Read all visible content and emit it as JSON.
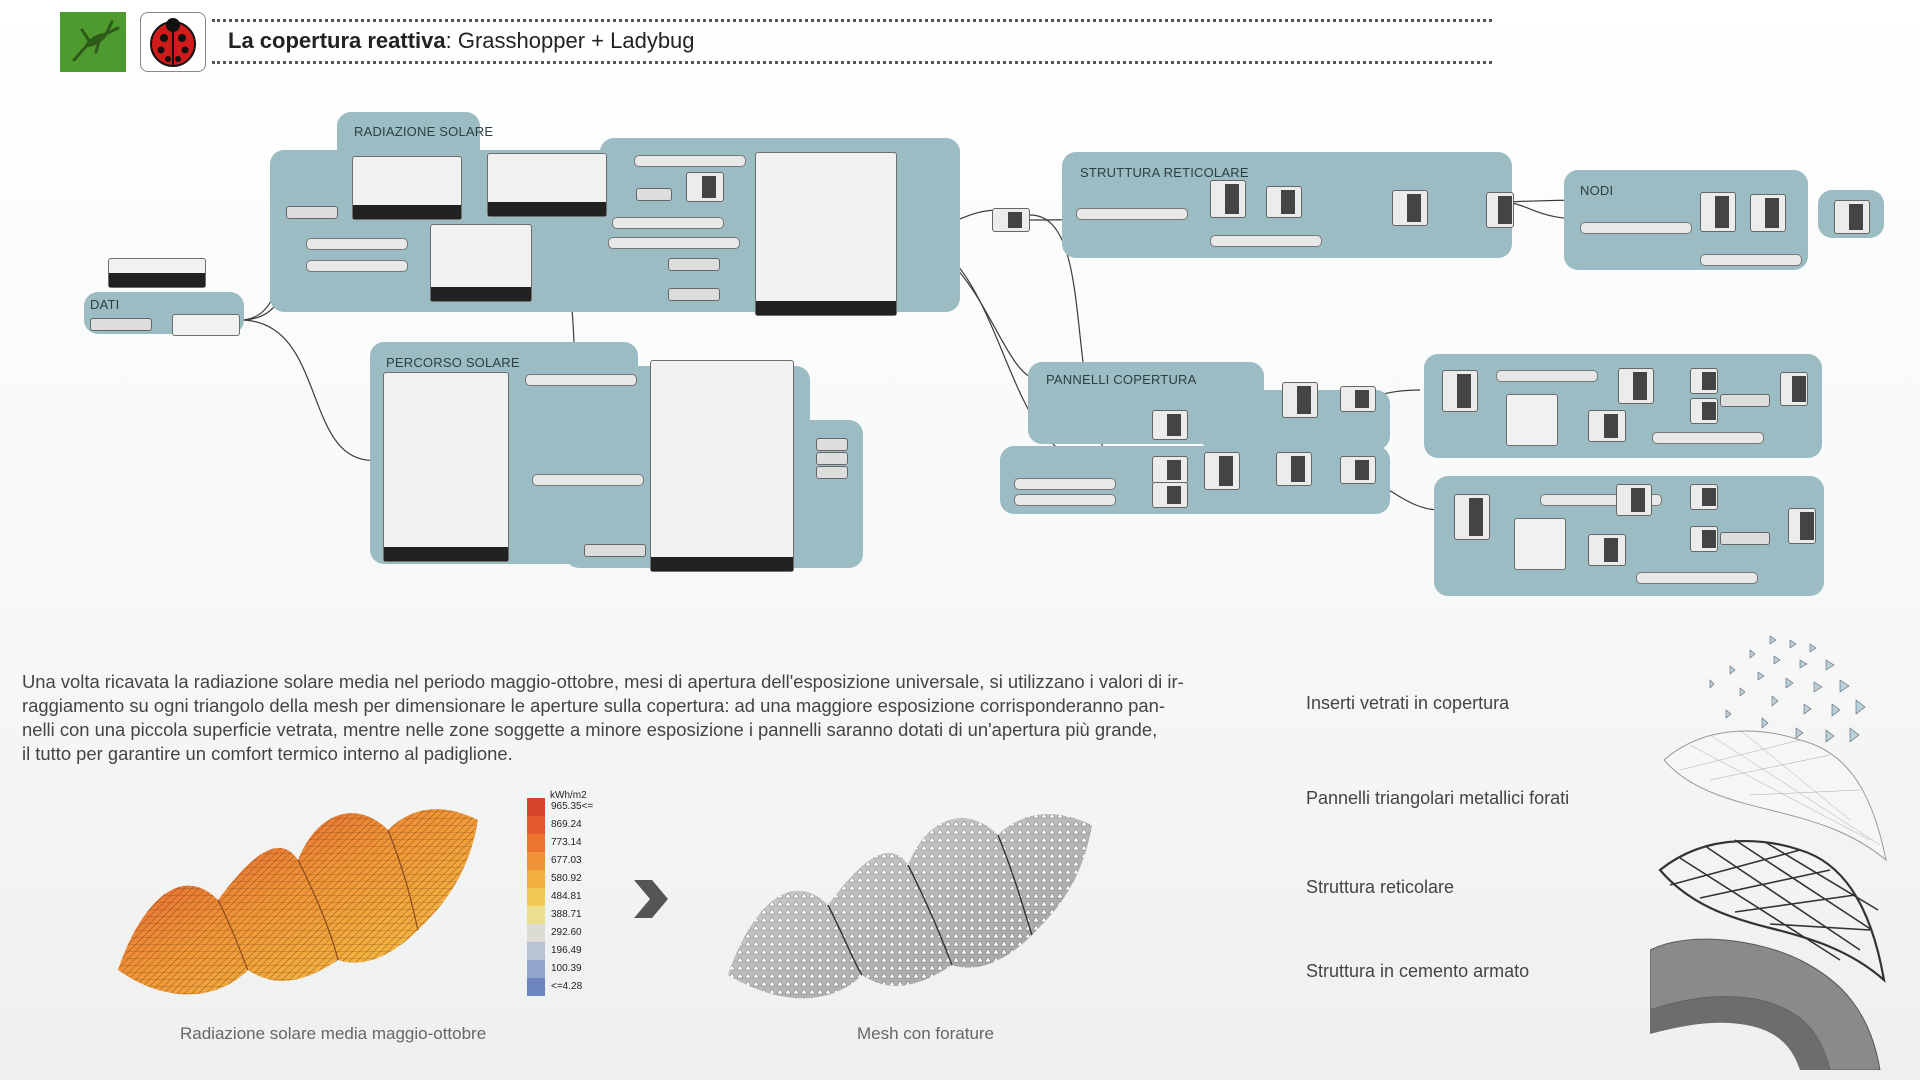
{
  "header": {
    "title_bold": "La copertura reattiva",
    "title_rest": ": Grasshopper + Ladybug"
  },
  "icons": {
    "grasshopper": "grasshopper-logo",
    "ladybug": "ladybug-logo",
    "arrow": "chevron-right-icon"
  },
  "colors": {
    "group_fill": "#9cbcc3",
    "grasshopper_green": "#4f9a2e",
    "ladybug_red": "#d11a1a"
  },
  "groups": {
    "radiazione": "RADIAZIONE SOLARE",
    "dati": "DATI",
    "percorso": "PERCORSO SOLARE",
    "struttura": "STRUTTURA RETICOLARE",
    "nodi": "NODI",
    "pannelli": "PANNELLI COPERTURA"
  },
  "paragraph": [
    "Una volta ricavata la radiazione solare media nel periodo maggio-ottobre, mesi di apertura dell'esposizione universale, si utilizzano i valori di ir-",
    "raggiamento su ogni triangolo della mesh per dimensionare le aperture sulla copertura: ad una maggiore esposizione corrisponderanno pan-",
    "nelli con una piccola superficie vetrata, mentre nelle zone soggette a minore esposizione i pannelli saranno dotati di un'apertura più grande,",
    "il tutto per garantire un comfort termico interno al padiglione."
  ],
  "legend": {
    "title": "kWh/m2",
    "items": [
      {
        "label": "965.35<=",
        "color": "#d9452c"
      },
      {
        "label": "869.24",
        "color": "#e2592b"
      },
      {
        "label": "773.14",
        "color": "#ea7430"
      },
      {
        "label": "677.03",
        "color": "#ef9336"
      },
      {
        "label": "580.92",
        "color": "#f2b13f"
      },
      {
        "label": "484.81",
        "color": "#f0ca55"
      },
      {
        "label": "388.71",
        "color": "#e9df8f"
      },
      {
        "label": "292.60",
        "color": "#dcdcd4"
      },
      {
        "label": "196.49",
        "color": "#b8c4d6"
      },
      {
        "label": "100.39",
        "color": "#92a5cc"
      },
      {
        "label": "<=4.28",
        "color": "#6e86c0"
      }
    ]
  },
  "captions": {
    "radiation": "Radiazione solare media maggio-ottobre",
    "mesh": "Mesh con forature"
  },
  "layers": [
    "Inserti vetrati in copertura",
    "Pannelli triangolari metallici forati",
    "Struttura reticolare",
    "Struttura in cemento armato"
  ]
}
